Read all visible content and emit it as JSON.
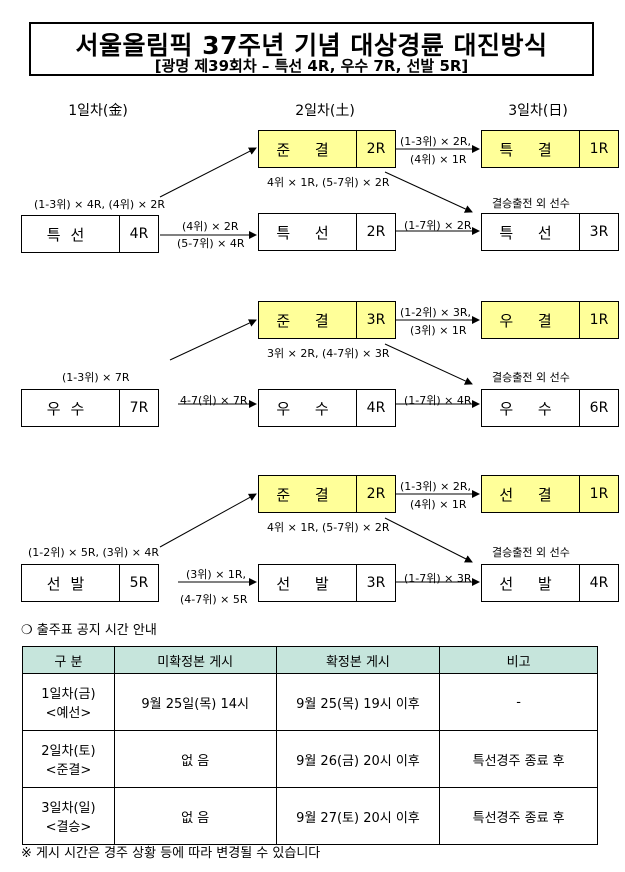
{
  "title": {
    "main": "서울올림픽 37주년 기념 대상경륜 대진방식",
    "sub": "[광명 제39회차 – 특선 4R, 우수 7R, 선발 5R]"
  },
  "days": [
    "1일차(金)",
    "2일차(土)",
    "3일차(日)"
  ],
  "groups": [
    {
      "start": {
        "name": "특선",
        "rounds": "4R"
      },
      "semi": {
        "name": "준 결",
        "rounds": "2R"
      },
      "final": {
        "name": "특 결",
        "rounds": "1R"
      },
      "day2": {
        "name": "특 선",
        "rounds": "2R"
      },
      "day3": {
        "name": "특 선",
        "rounds": "3R"
      },
      "label_to_semi": "(1-3위) × 4R, (4위) × 2R",
      "label_to_day2_a": "(4위) × 2R",
      "label_to_day2_b": "(5-7위) × 4R",
      "label_final_a": "(1-3위) × 2R,",
      "label_final_b": "(4위) × 1R",
      "label_semi_out": "4위 × 1R, (5-7위) × 2R",
      "label_day3": "(1-7위) × 2R",
      "label_extra": "결승출전 외 선수"
    },
    {
      "start": {
        "name": "우수",
        "rounds": "7R"
      },
      "semi": {
        "name": "준 결",
        "rounds": "3R"
      },
      "final": {
        "name": "우 결",
        "rounds": "1R"
      },
      "day2": {
        "name": "우 수",
        "rounds": "4R"
      },
      "day3": {
        "name": "우 수",
        "rounds": "6R"
      },
      "label_to_semi": "(1-3위) × 7R",
      "label_to_day2_a": "4-7(위) × 7R",
      "label_to_day2_b": "",
      "label_final_a": "(1-2위) × 3R,",
      "label_final_b": "(3위) × 1R",
      "label_semi_out": "3위 × 2R, (4-7위) × 3R",
      "label_day3": "(1-7위) × 4R",
      "label_extra": "결승출전 외 선수"
    },
    {
      "start": {
        "name": "선발",
        "rounds": "5R"
      },
      "semi": {
        "name": "준 결",
        "rounds": "2R"
      },
      "final": {
        "name": "선 결",
        "rounds": "1R"
      },
      "day2": {
        "name": "선 발",
        "rounds": "3R"
      },
      "day3": {
        "name": "선 발",
        "rounds": "4R"
      },
      "label_to_semi": "(1-2위) × 5R, (3위) × 4R",
      "label_to_day2_a": "(3위) × 1R,",
      "label_to_day2_b": "(4-7위) × 5R",
      "label_final_a": "(1-3위) × 2R,",
      "label_final_b": "(4위) × 1R",
      "label_semi_out": "4위 × 1R, (5-7위) × 2R",
      "label_day3": "(1-7위) × 3R",
      "label_extra": "결승출전 외 선수"
    }
  ],
  "notice_heading": "❍ 출주표 공지 시간 안내",
  "schedule": {
    "headers": [
      "구 분",
      "미확정본 게시",
      "확정본 게시",
      "비고"
    ],
    "rows": [
      {
        "day": "1일차(금)",
        "type": "<예선>",
        "draft": "9월 25일(목) 14시",
        "final": "9월 25(목) 19시 이후",
        "note": "-"
      },
      {
        "day": "2일차(토)",
        "type": "<준결>",
        "draft": "없 음",
        "final": "9월 26(금) 20시 이후",
        "note": "특선경주 종료 후"
      },
      {
        "day": "3일차(일)",
        "type": "<결승>",
        "draft": "없 음",
        "final": "9월 27(토) 20시 이후",
        "note": "특선경주 종료 후"
      }
    ]
  },
  "footnote": "※ 게시 시간은 경주 상황 등에 따라 변경될 수 있습니다",
  "colors": {
    "highlight": "#ffff99",
    "table_header": "#c6e5dc"
  }
}
